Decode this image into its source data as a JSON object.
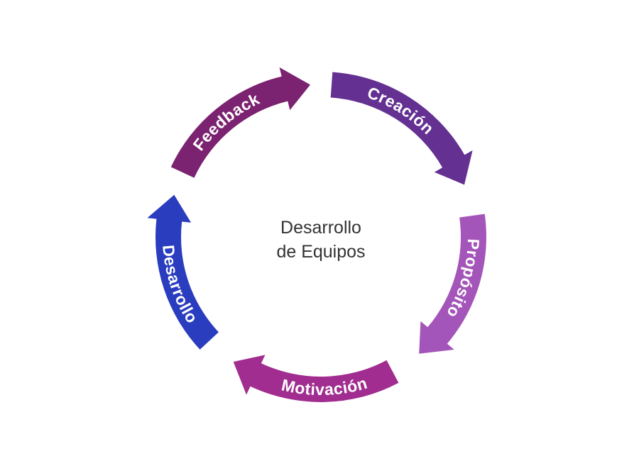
{
  "diagram": {
    "title_line1": "Desarrollo",
    "title_line2": "de Equipos",
    "cycle": [
      {
        "label": "Creación",
        "color": "#643092",
        "label_flipped": false
      },
      {
        "label": "Propósito",
        "color": "#a455b9",
        "label_flipped": false
      },
      {
        "label": "Motivación",
        "color": "#a02d8f",
        "label_flipped": true
      },
      {
        "label": "Desarrollo",
        "color": "#2a3dbf",
        "label_flipped": true
      },
      {
        "label": "Feedback",
        "color": "#7b2270",
        "label_flipped": false
      }
    ]
  }
}
